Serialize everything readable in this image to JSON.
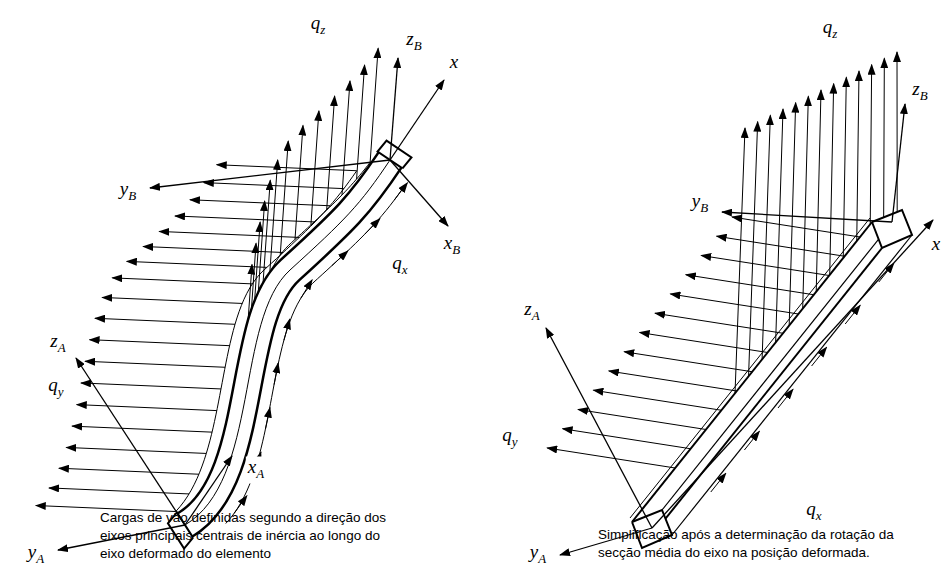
{
  "diagram": {
    "labels": [
      "qz",
      "zB",
      "x",
      "yB",
      "xB",
      "qy",
      "qx",
      "zA",
      "xA",
      "yA",
      "Cargas de vão definidas segundo a direção dos eixos principais centrais de inércia ao longo do eixo deformado do elemento",
      "qz",
      "zB",
      "x",
      "yB",
      "zA",
      "qy",
      "qx",
      "yA",
      "Simplificação após a determinação da rotação da secção média do eixo na posição deformada."
    ]
  }
}
